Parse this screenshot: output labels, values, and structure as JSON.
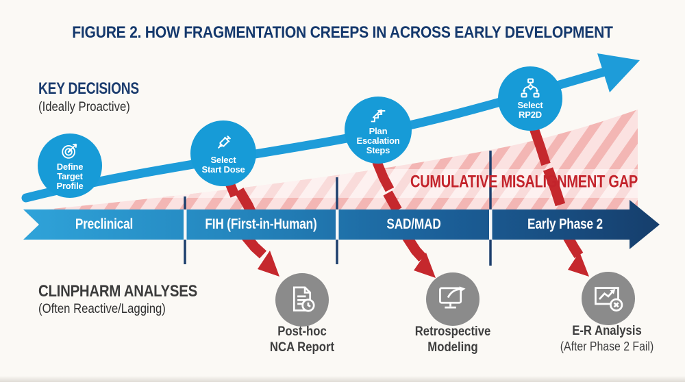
{
  "title": "FIGURE 2. HOW FRAGMENTATION CREEPS IN ACROSS EARLY DEVELOPMENT",
  "key_decisions": {
    "title": "KEY DECISIONS",
    "subtitle": "(Ideally Proactive)"
  },
  "clinpharm": {
    "title": "CLINPHARM ANALYSES",
    "subtitle": "(Often Reactive/Lagging)"
  },
  "gap_label": "CUMULATIVE MISALIGNMENT GAP",
  "phases": [
    "Preclinical",
    "FIH (First-in-Human)",
    "SAD/MAD",
    "Early Phase 2"
  ],
  "decisions": [
    {
      "icon": "target-icon",
      "lines": [
        "Define",
        "Target",
        "Profile"
      ]
    },
    {
      "icon": "syringe-icon",
      "lines": [
        "Select",
        "Start Dose"
      ]
    },
    {
      "icon": "stairs-icon",
      "lines": [
        "Plan",
        "Escalation",
        "Steps"
      ]
    },
    {
      "icon": "decision-tree-icon",
      "lines": [
        "Select",
        "RP2D"
      ]
    }
  ],
  "analyses": [
    {
      "icon": "report-clock-icon",
      "lines": [
        "Post-hoc",
        "NCA Report"
      ]
    },
    {
      "icon": "monitor-export-icon",
      "lines": [
        "Retrospective",
        "Modeling"
      ]
    },
    {
      "icon": "chart-fail-icon",
      "lines": [
        "E-R Analysis",
        "(After Phase 2 Fail)"
      ]
    }
  ],
  "colors": {
    "accent_blue": "#179bd7",
    "navy": "#163e6c",
    "red": "#c5282d",
    "gap_pink": "#f7d8d7",
    "gray": "#8b8b8b"
  }
}
